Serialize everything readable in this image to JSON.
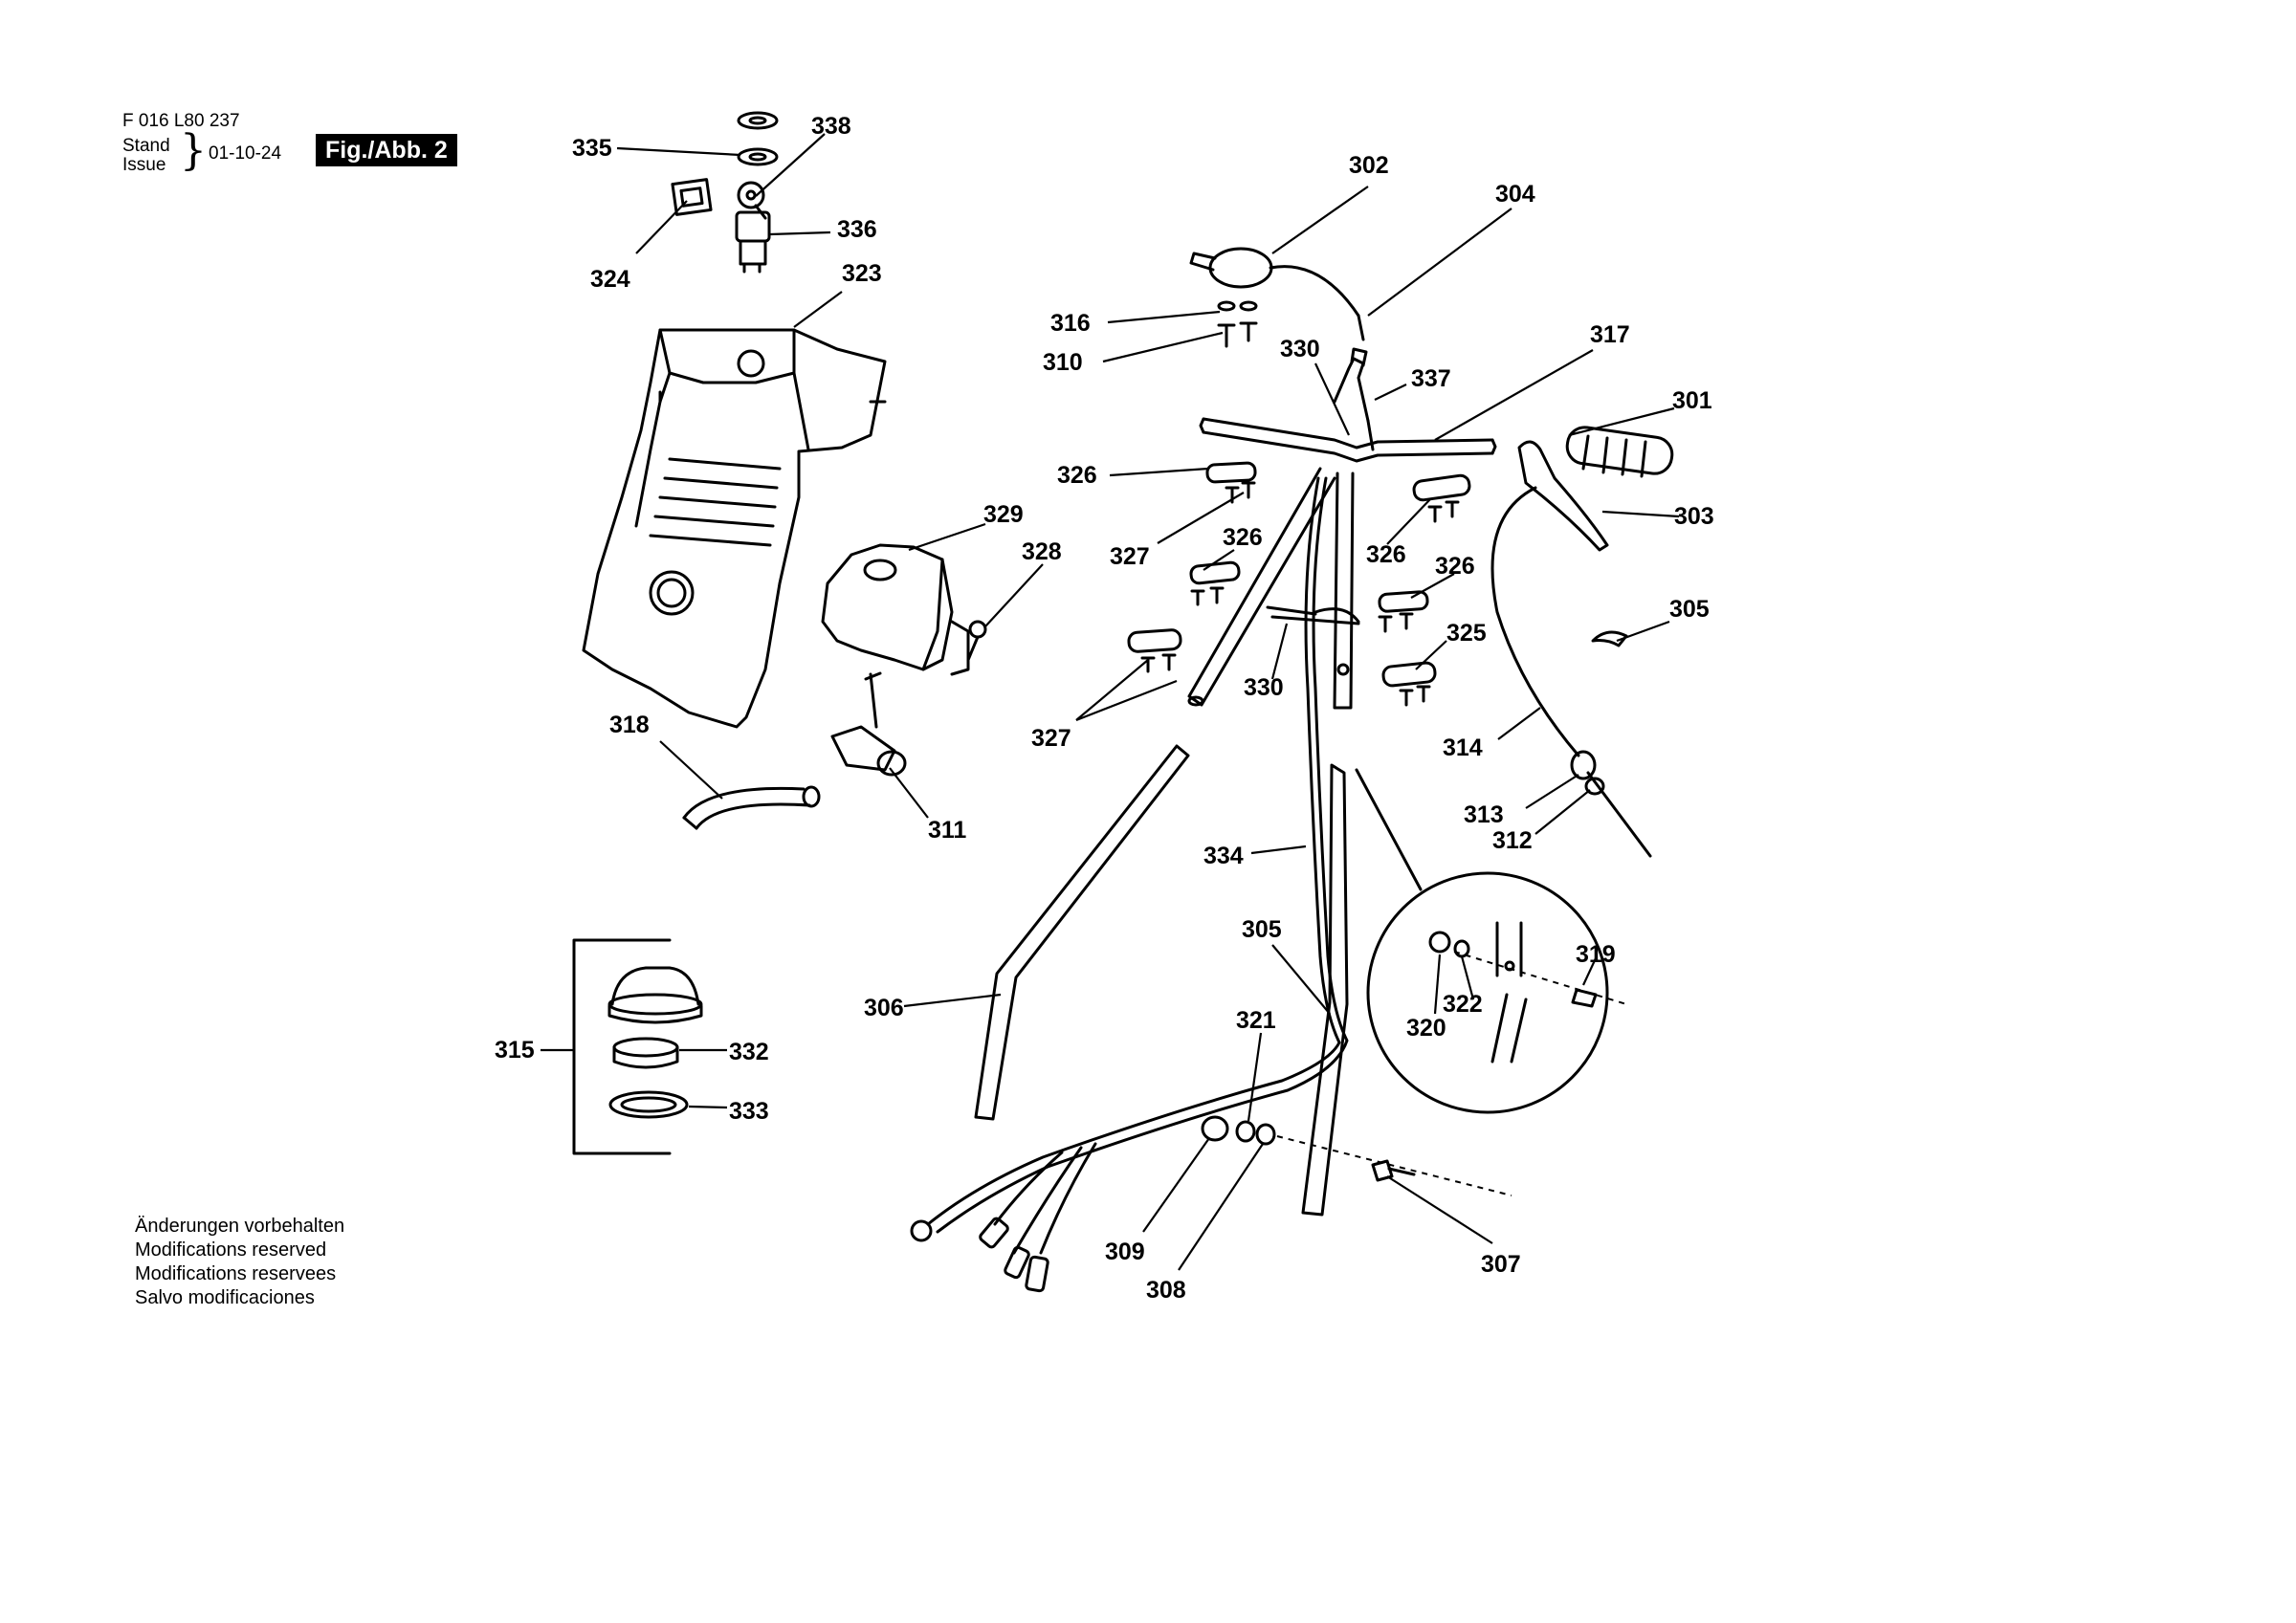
{
  "header": {
    "doc_number": "F 016 L80 237",
    "stand": "Stand",
    "issue": "Issue",
    "date": "01-10-24",
    "figure": "Fig./Abb. 2"
  },
  "notes": [
    "Änderungen vorbehalten",
    "Modifications reserved",
    "Modifications reservees",
    "Salvo modificaciones"
  ],
  "callouts": {
    "p335": "335",
    "p338": "338",
    "p336": "336",
    "p324": "324",
    "p323": "323",
    "p302": "302",
    "p304": "304",
    "p316": "316",
    "p310": "310",
    "p330a": "330",
    "p337": "337",
    "p317": "317",
    "p301": "301",
    "p326a": "326",
    "p327a": "327",
    "p326b": "326",
    "p326c": "326",
    "p326d": "326",
    "p303": "303",
    "p305a": "305",
    "p325": "325",
    "p329": "329",
    "p328": "328",
    "p330b": "330",
    "p327b": "327",
    "p314": "314",
    "p318": "318",
    "p311": "311",
    "p313": "313",
    "p312": "312",
    "p334": "334",
    "p305b": "305",
    "p319": "319",
    "p322": "322",
    "p320": "320",
    "p306": "306",
    "p321": "321",
    "p315": "315",
    "p332": "332",
    "p333": "333",
    "p309": "309",
    "p308": "308",
    "p307": "307"
  }
}
